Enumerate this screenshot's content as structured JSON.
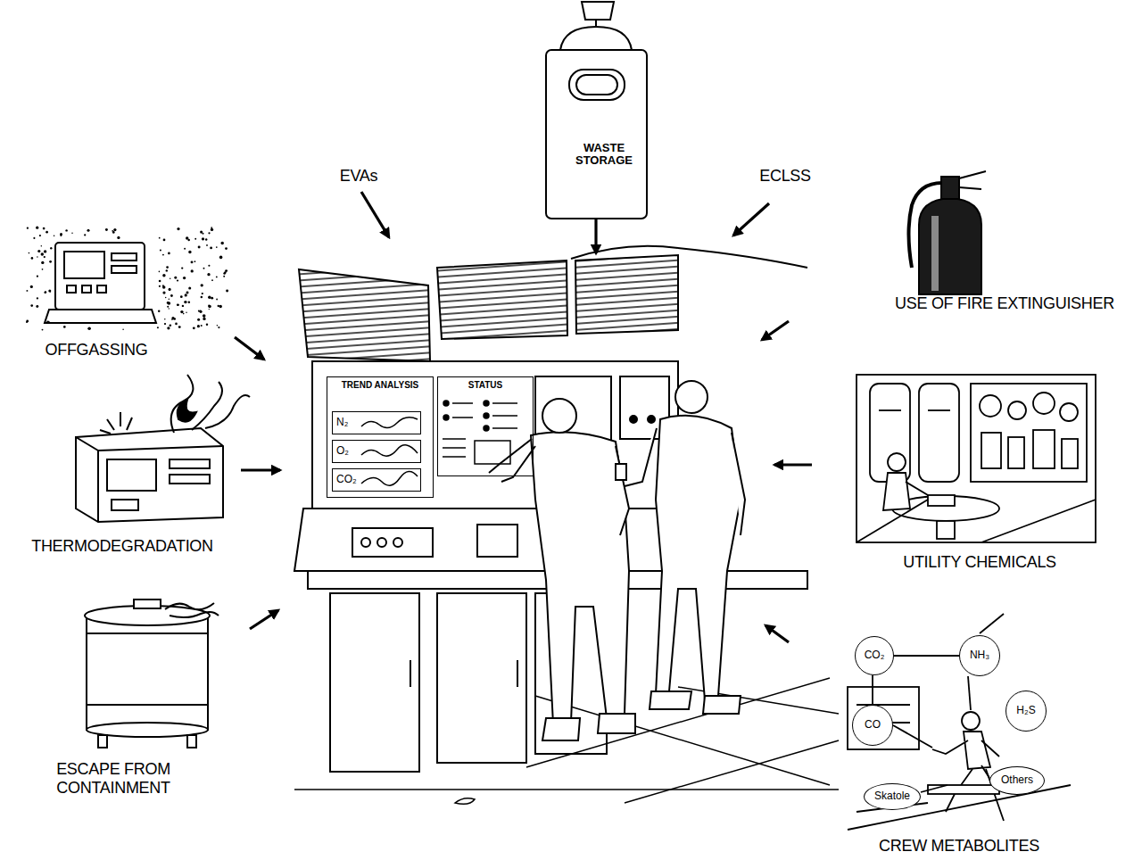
{
  "diagram": {
    "nodes": [
      {
        "text": [
          "WASTE STORAGE"
        ]
      },
      {
        "text": [
          "TREND ANALYSIS"
        ]
      },
      {
        "text": [
          "N₂"
        ],
        "in": 1
      },
      {
        "text": [
          "O₂"
        ],
        "in": 1
      },
      {
        "text": [
          "CO₂"
        ],
        "in": 1
      },
      {
        "text": [
          "STATUS"
        ]
      },
      {
        "text": [
          "CO₂"
        ]
      },
      {
        "text": [
          "NH₃"
        ]
      },
      {
        "text": [
          "CO"
        ]
      },
      {
        "text": [
          "H₂S"
        ]
      },
      {
        "text": [
          "Skatole"
        ]
      },
      {
        "text": [
          "Others"
        ]
      }
    ],
    "edges": [
      {
        "from": 6,
        "to": 7,
        "arrow": "none"
      }
    ],
    "labels": [
      "EVAs",
      "ECLSS",
      "OFFGASSING",
      "THERMODEGRADATION",
      "ESCAPE FROM CONTAINMENT",
      "USE OF FIRE EXTINGUISHER",
      "UTILITY CHEMICALS",
      "CREW METABOLITES"
    ]
  }
}
